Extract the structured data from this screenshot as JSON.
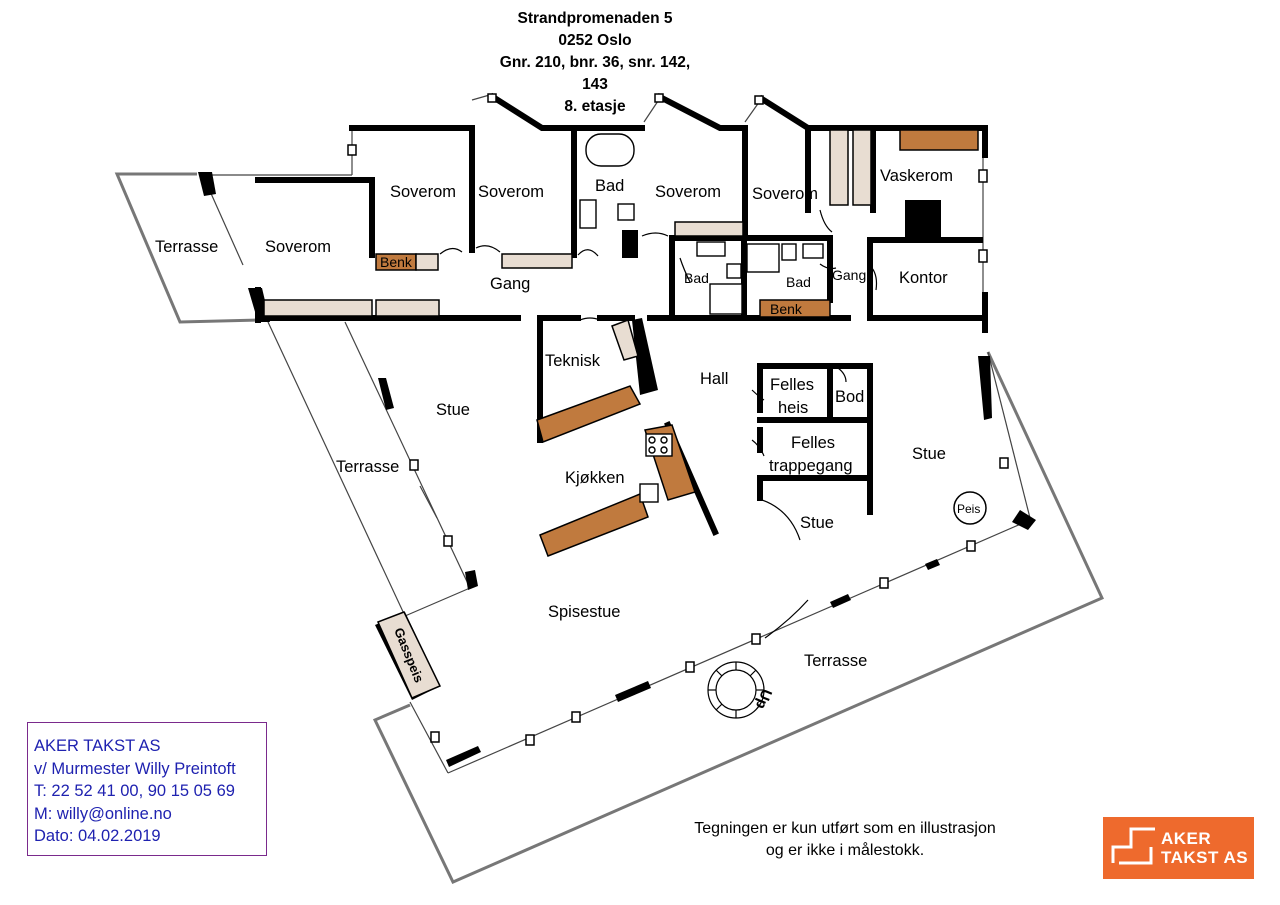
{
  "header": {
    "lines": [
      "Strandpromenaden 5",
      "0252 Oslo",
      "Gnr. 210, bnr. 36, snr. 142,",
      "143",
      "8. etasje"
    ]
  },
  "rooms": {
    "terrasse_left": "Terrasse",
    "soverom_1": "Soverom",
    "soverom_2": "Soverom",
    "soverom_3": "Soverom",
    "soverom_4": "Soverom",
    "soverom_5": "Soverom",
    "bad_main": "Bad",
    "vaskerom": "Vaskerom",
    "benk_1": "Benk",
    "benk_2": "Benk",
    "gang_main": "Gang",
    "bad_small_1": "Bad",
    "bad_small_2": "Bad",
    "gang_small": "Gang",
    "kontor": "Kontor",
    "teknisk": "Teknisk",
    "hall": "Hall",
    "felles_heis": [
      "Felles",
      "heis"
    ],
    "bod": "Bod",
    "felles_trappegang": [
      "Felles",
      "trappegang"
    ],
    "stue_left": "Stue",
    "stue_right": "Stue",
    "stue_center": "Stue",
    "terrasse_mid": "Terrasse",
    "kjokken": "Kjøkken",
    "peis": "Peis",
    "spisestue": "Spisestue",
    "terrasse_bottom": "Terrasse",
    "gasspeis": "Gasspeis",
    "stair_up": "Up"
  },
  "contact": {
    "lines": [
      "AKER TAKST AS",
      "v/ Murmester Willy Preintoft",
      "T: 22 52 41 00, 90 15 05 69",
      "M: willy@online.no",
      "Dato: 04.02.2019"
    ]
  },
  "disclaimer": {
    "lines": [
      "Tegningen er kun utført som en illustrasjon",
      "og er ikke i målestokk."
    ]
  },
  "logo": {
    "lines": [
      "AKER",
      "TAKST AS"
    ],
    "color": "#ee6a2d"
  },
  "colors": {
    "wall": "#000000",
    "counter": "#c07a3e",
    "cabinet": "#e8ddd2",
    "contact_text": "#1f22b0",
    "contact_border": "#7a2a8c"
  }
}
